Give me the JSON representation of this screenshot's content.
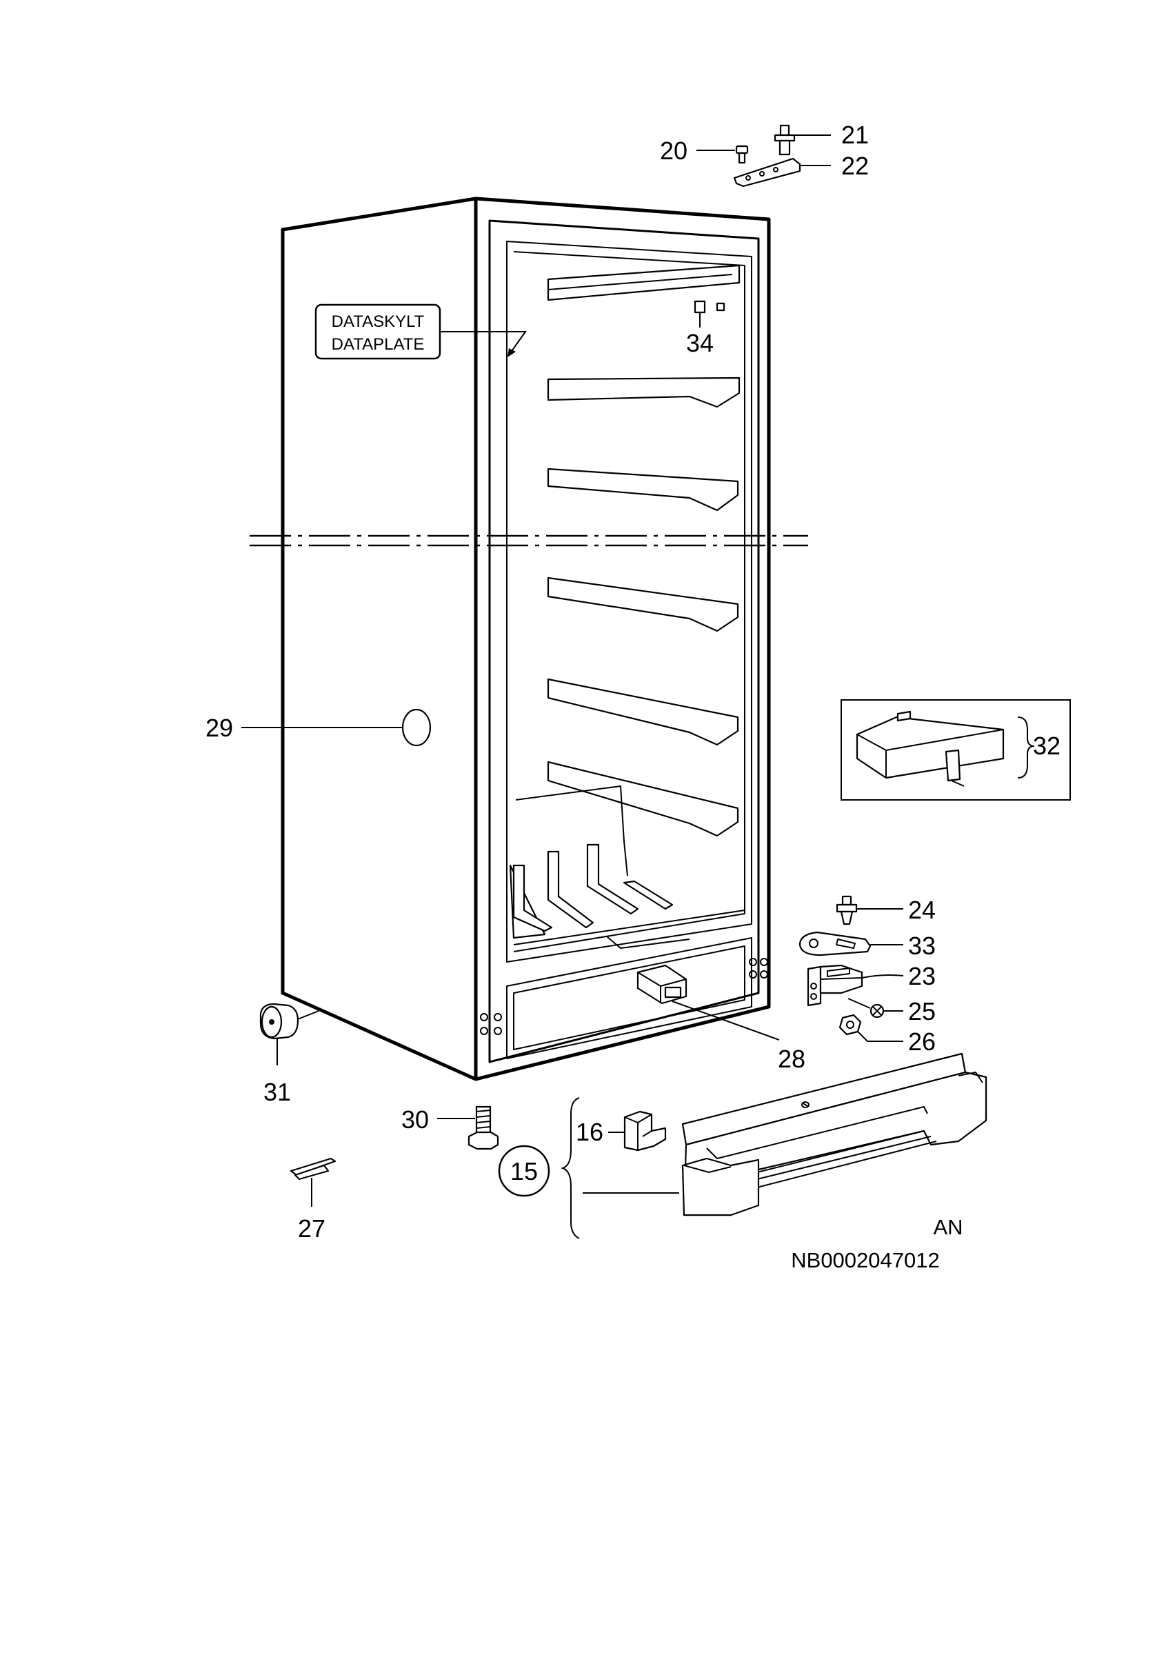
{
  "labels": {
    "p20": "20",
    "p21": "21",
    "p22": "22",
    "p23": "23",
    "p24": "24",
    "p25": "25",
    "p26": "26",
    "p27": "27",
    "p28": "28",
    "p29": "29",
    "p30": "30",
    "p31": "31",
    "p32": "32",
    "p33": "33",
    "p34": "34",
    "p15": "15",
    "p16": "16"
  },
  "data_plate": {
    "line1": "DATASKYLT",
    "line2": "DATAPLATE"
  },
  "footer": {
    "variant": "AN",
    "doc_number": "NB0002047012"
  },
  "colors": {
    "line": "#000000",
    "background": "#ffffff"
  }
}
